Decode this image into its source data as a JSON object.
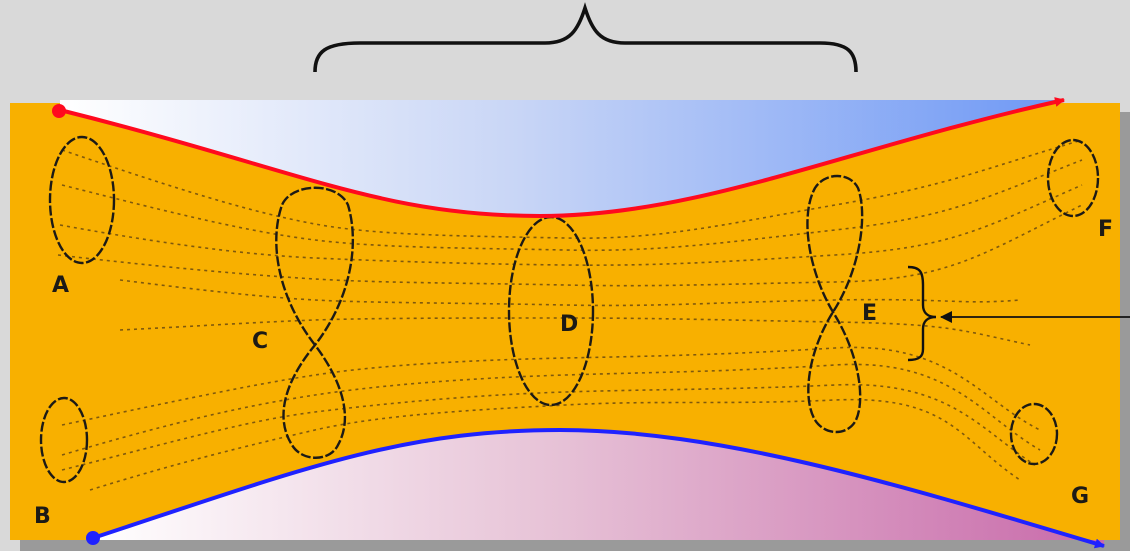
{
  "colors": {
    "background": "#d9d9d9",
    "panel": "#f8b000",
    "panel_shadow": "#9a9a9a",
    "top_curve": "#ff0a1e",
    "bottom_curve": "#1f22ff",
    "top_gradient_end": "#6e98f5",
    "bottom_gradient_end": "#c86aaa",
    "ink": "#1c1a16",
    "dash": "#6b4a10"
  },
  "labels": {
    "a": "A",
    "b": "B",
    "c": "C",
    "d": "D",
    "e": "E",
    "f": "F",
    "g": "G"
  }
}
